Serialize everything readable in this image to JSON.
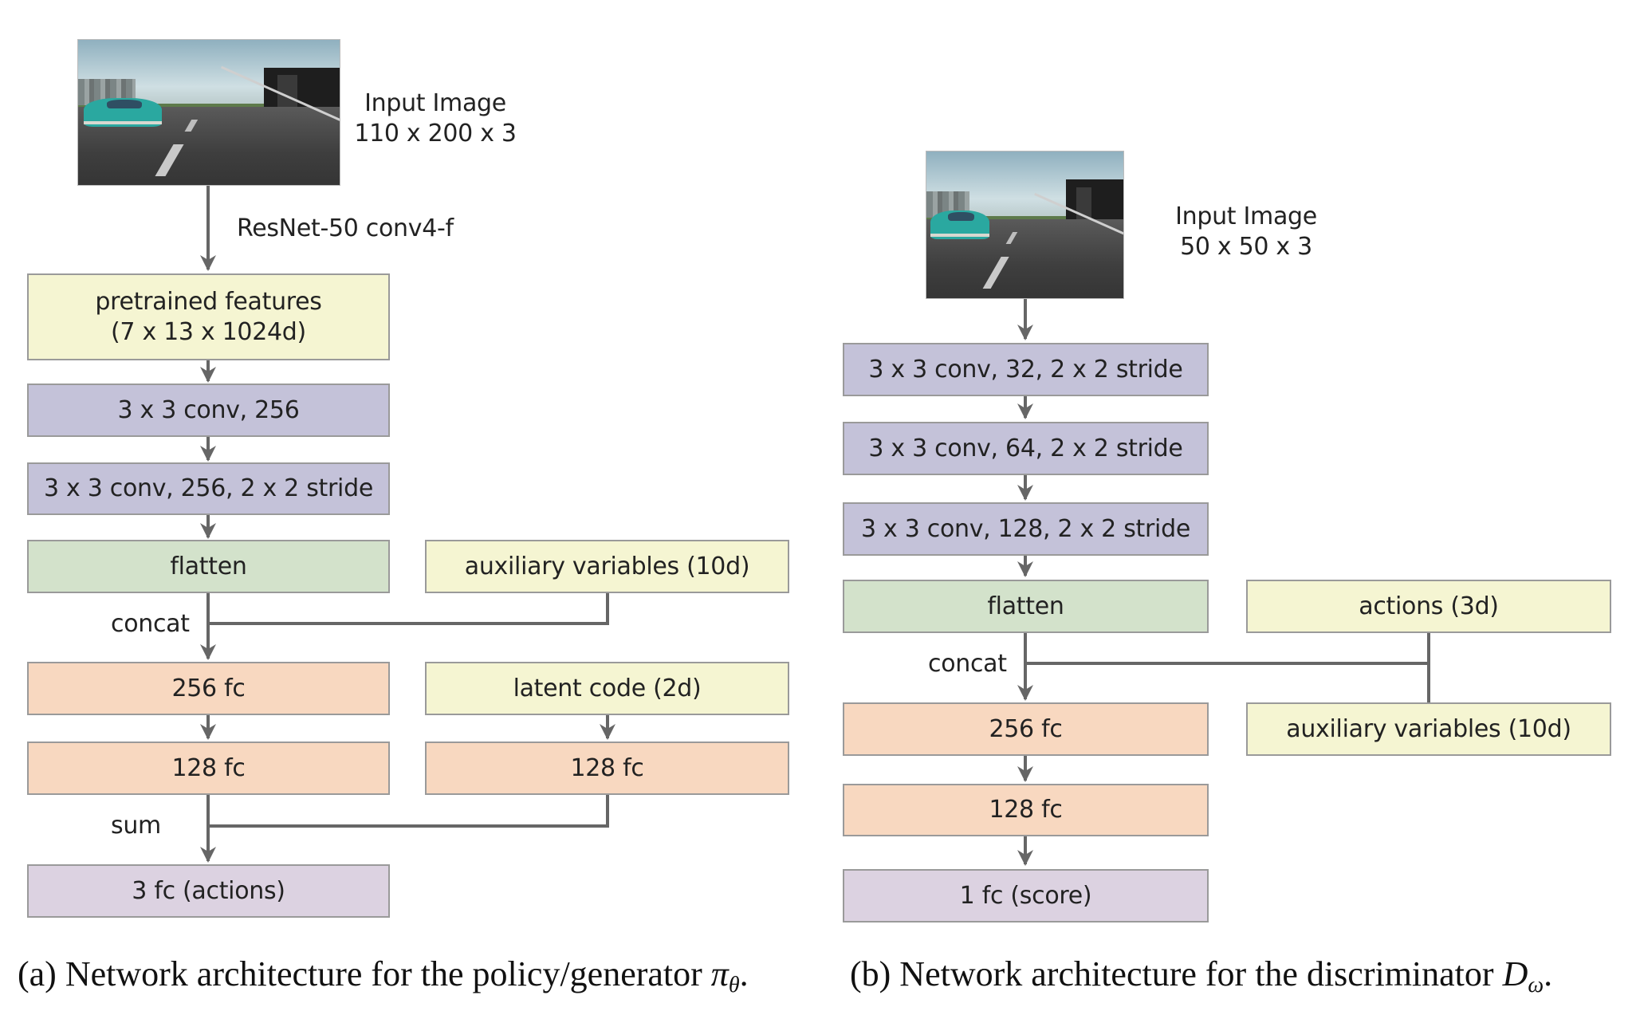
{
  "panel_a": {
    "input_image_alt": "driving simulator view: teal car on road",
    "input_label_line1": "Input Image",
    "input_label_line2": "110 x 200 x 3",
    "backbone_label": "ResNet-50 conv4-f",
    "boxes": {
      "pretrained_line1": "pretrained features",
      "pretrained_line2": "(7 x 13 x 1024d)",
      "conv1": "3 x 3 conv, 256",
      "conv2": "3 x 3 conv, 256, 2 x 2 stride",
      "flatten": "flatten",
      "aux": "auxiliary variables (10d)",
      "fc256": "256 fc",
      "latent": "latent code (2d)",
      "fc128": "128 fc",
      "latent_fc128": "128 fc",
      "output": "3 fc (actions)"
    },
    "concat_label": "concat",
    "sum_label": "sum",
    "caption_text": "(a) Network architecture for the policy/generator ",
    "caption_symbol": "π",
    "caption_subscript": "θ",
    "caption_end": "."
  },
  "panel_b": {
    "input_image_alt": "driving simulator view: teal car on road (cropped)",
    "input_label_line1": "Input Image",
    "input_label_line2": "50 x 50 x 3",
    "boxes": {
      "conv1": "3 x 3 conv, 32, 2 x 2 stride",
      "conv2": "3 x 3 conv, 64, 2 x 2 stride",
      "conv3": "3 x 3 conv, 128, 2 x 2 stride",
      "flatten": "flatten",
      "actions": "actions (3d)",
      "fc256": "256 fc",
      "aux": "auxiliary variables (10d)",
      "fc128": "128 fc",
      "output": "1 fc (score)"
    },
    "concat_label": "concat",
    "caption_text": "(b) Network architecture for the discriminator ",
    "caption_symbol": "D",
    "caption_subscript": "ω",
    "caption_end": "."
  },
  "colors": {
    "input": "#f5f5d2",
    "conv": "#c4c2d9",
    "flatten": "#d3e2cb",
    "fc": "#f8d8c0",
    "output": "#dcd2e1",
    "connector": "#666666"
  }
}
